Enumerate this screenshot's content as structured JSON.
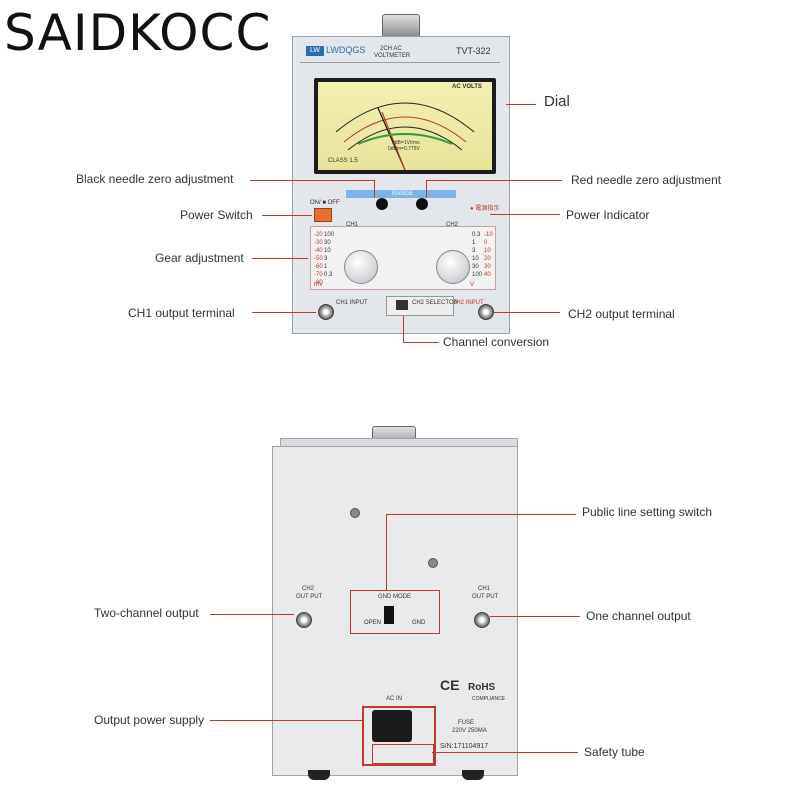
{
  "brand": "SAIDKOCC",
  "front": {
    "logo": "LWDQGS",
    "logo_badge": "LW",
    "subtitle1": "2CH  AC",
    "subtitle2": "VOLTMETER",
    "model": "TVT-322",
    "meter_title": "AC VOLTS",
    "meter_class": "CLASS 1.5",
    "meter_db": "0dB=1V/rms",
    "meter_dbm": "0dBm=0.775V",
    "range_label": "RANGE",
    "power_switch_text": "ON/ ■ OFF",
    "ch1_label": "CH1",
    "ch2_label": "CH2",
    "ch1_input": "CH1 INPUT",
    "ch2_input": "CH2 INPUT",
    "ch2_selector": "CH2 SELECTOR",
    "left_scale": [
      "-20",
      "-30",
      "-40",
      "-50",
      "-60",
      "-70",
      "-80"
    ],
    "left_scale2": [
      "100",
      "30",
      "10",
      "3",
      "1",
      "0.3"
    ],
    "left_units": "mV",
    "right_scale": [
      "0.3",
      "1",
      "3",
      "10",
      "30",
      "100"
    ],
    "right_db": [
      "-10",
      "0",
      "10",
      "20",
      "30",
      "40"
    ],
    "right_units": "V"
  },
  "callouts_front": {
    "dial": "Dial",
    "black_needle": "Black needle zero adjustment",
    "red_needle": "Red needle zero adjustment",
    "power_switch": "Power Switch",
    "power_indicator": "Power Indicator",
    "gear_adjustment": "Gear adjustment",
    "ch1_output": "CH1 output terminal",
    "ch2_output": "CH2 output terminal",
    "channel_conversion": "Channel conversion"
  },
  "back": {
    "ch2_out": "CH2",
    "ch2_out2": "OUT PUT",
    "ch1_out": "CH1",
    "ch1_out2": "OUT PUT",
    "gnd_mode": "GND MODE",
    "open": "OPEN",
    "gnd": "GND",
    "ac_in": "AC    IN",
    "fuse": "FUSE",
    "fuse_rating": "220V  250MA",
    "serial": "S/N:171104917",
    "ce": "CE",
    "rohs": "RoHS",
    "compliance": "COMPLIANCE"
  },
  "callouts_back": {
    "public_line": "Public line setting switch",
    "two_channel": "Two-channel output",
    "one_channel": "One channel output",
    "output_power": "Output power supply",
    "safety_tube": "Safety tube"
  }
}
